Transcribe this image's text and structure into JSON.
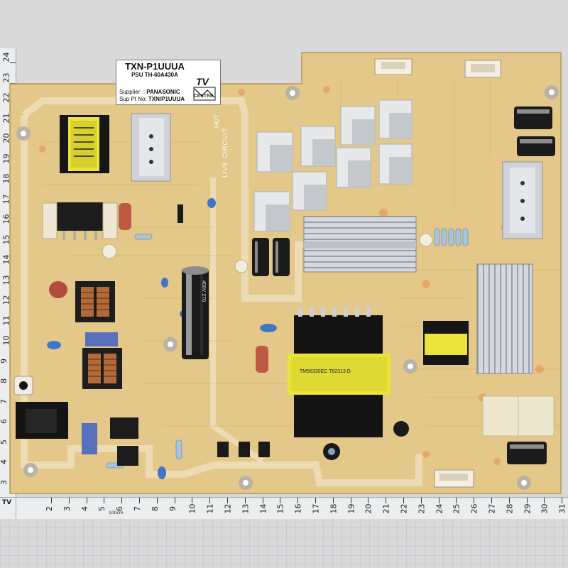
{
  "label": {
    "title": "TXN-P1UUUA",
    "subtitle": "PSU TH-60A430A",
    "supplier_key": "Supplier",
    "supplier_value": "PANASONIC",
    "part_key": "Sup Pt No:",
    "part_value": "TXN/P1UUUA",
    "logo_text": "TV",
    "logo_sub": "CENTRE"
  },
  "ruler": {
    "left_numbers": [
      "24",
      "23",
      "22",
      "21",
      "20",
      "19",
      "18",
      "17",
      "16",
      "15",
      "14",
      "13",
      "12",
      "11",
      "10",
      "9",
      "8",
      "7",
      "6",
      "5",
      "4",
      "3"
    ],
    "bottom_numbers": [
      "2",
      "3",
      "4",
      "5",
      "6",
      "7",
      "8",
      "9",
      "10",
      "11",
      "12",
      "13",
      "14",
      "15",
      "16",
      "17",
      "18",
      "19",
      "20",
      "21",
      "22",
      "23",
      "24",
      "25",
      "26",
      "27",
      "28",
      "29",
      "30",
      "31"
    ],
    "bottom_unit": "100cm",
    "corner_text": "TV"
  },
  "board": {
    "silkscreen_live": "LIVE CIRCUIT",
    "silkscreen_hot": "HOT",
    "transformer_mark": "TM56330EC T62313 D",
    "cap_mark": "450V 270"
  },
  "colors": {
    "pcb": "#e4c889",
    "pcb_trace": "#d8b978",
    "heatsink": "#cfd3d8",
    "transformer": "#141414",
    "tape": "#e9e33b"
  }
}
